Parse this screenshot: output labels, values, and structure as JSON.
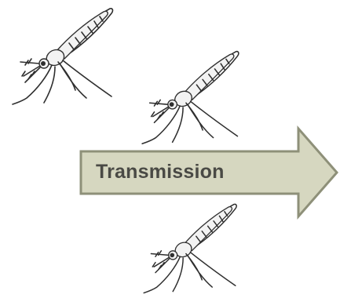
{
  "diagram": {
    "arrow": {
      "label": "Transmission",
      "fill_color": "#d6d7c0",
      "stroke_color": "#8e9079",
      "text_color": "#4a4a45"
    },
    "mosquitoes": [
      {
        "name": "mosquito-top-left"
      },
      {
        "name": "mosquito-middle"
      },
      {
        "name": "mosquito-bottom"
      }
    ]
  }
}
